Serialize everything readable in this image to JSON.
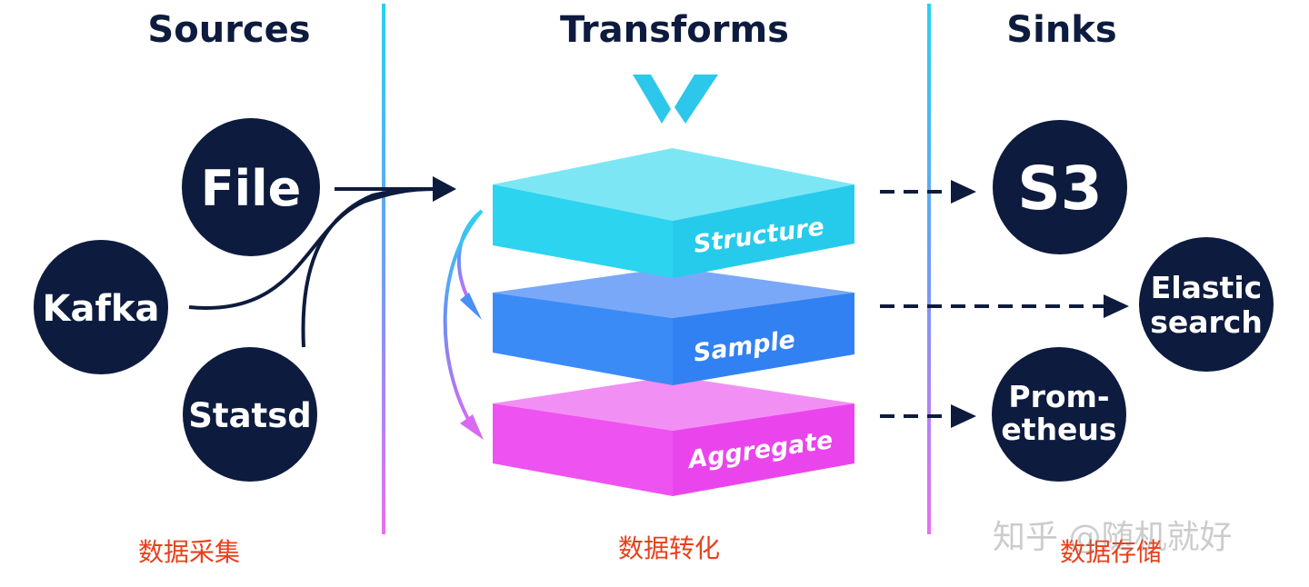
{
  "columns": {
    "sources": "Sources",
    "transforms": "Transforms",
    "sinks": "Sinks"
  },
  "sources": {
    "file": "File",
    "kafka": "Kafka",
    "statsd": "Statsd"
  },
  "layers": {
    "structure": "Structure",
    "sample": "Sample",
    "aggregate": "Aggregate"
  },
  "sinks": {
    "s3": "S3",
    "elastic_line1": "Elastic",
    "elastic_line2": "search",
    "prometheus_line1": "Prom-",
    "prometheus_line2": "etheus"
  },
  "captions": {
    "collect": "数据采集",
    "transform": "数据转化",
    "store": "数据存储"
  },
  "watermark": "知乎 @随机就好",
  "colors": {
    "node": "#0d1b3e",
    "structure": "#2cd4f0",
    "sample": "#3b8bf7",
    "aggregate": "#ee52f0",
    "caption": "#e8401c"
  }
}
